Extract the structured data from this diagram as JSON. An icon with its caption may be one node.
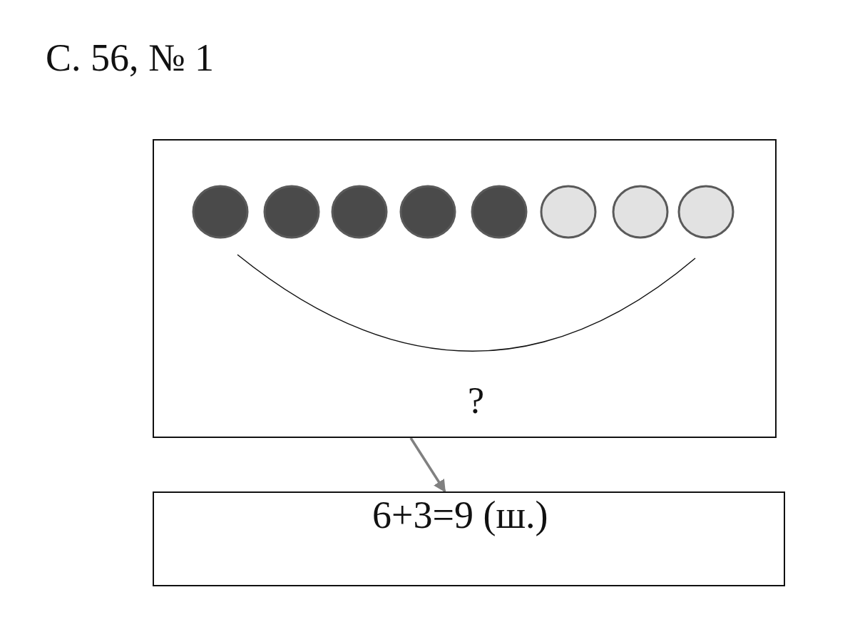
{
  "diagram": {
    "title": "С. 56, № 1",
    "nodes": [
      {
        "text": [
          "?"
        ]
      },
      {
        "text": [
          "6+3=9 (ш.)"
        ]
      }
    ],
    "edges": [
      {
        "from": 0,
        "to": 1,
        "arrow": "to",
        "color": "#808080"
      }
    ]
  }
}
